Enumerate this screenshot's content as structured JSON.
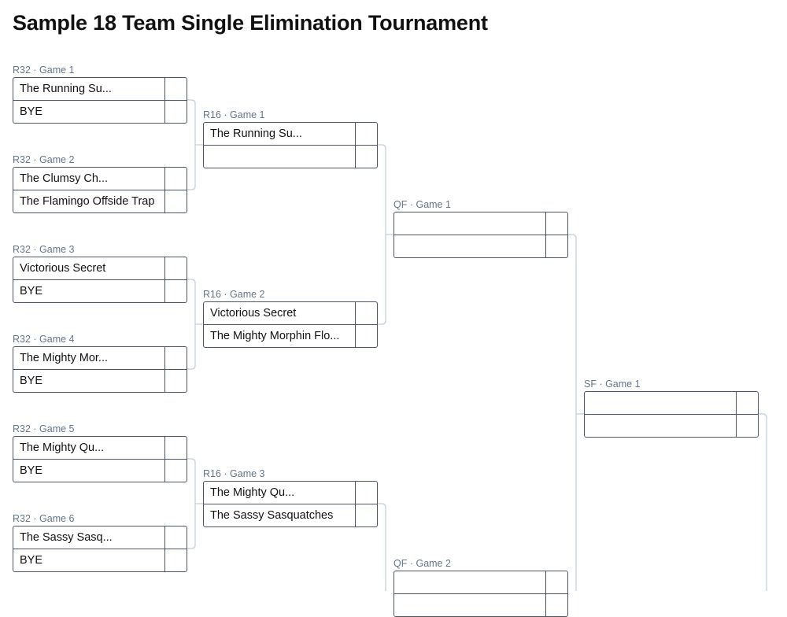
{
  "page": {
    "title": "Sample 18 Team Single Elimination Tournament"
  },
  "games": {
    "r32_1": {
      "label": "R32 · Game 1",
      "team1": "The Running Su...",
      "team2": "BYE",
      "score1": "",
      "score2": ""
    },
    "r32_2": {
      "label": "R32 · Game 2",
      "team1": "The Clumsy Ch...",
      "team2": "The Flamingo Offside Trap",
      "score1": "",
      "score2": ""
    },
    "r32_3": {
      "label": "R32 · Game 3",
      "team1": "Victorious Secret",
      "team2": "BYE",
      "score1": "",
      "score2": ""
    },
    "r32_4": {
      "label": "R32 · Game 4",
      "team1": "The Mighty Mor...",
      "team2": "BYE",
      "score1": "",
      "score2": ""
    },
    "r32_5": {
      "label": "R32 · Game 5",
      "team1": "The Mighty Qu...",
      "team2": "BYE",
      "score1": "",
      "score2": ""
    },
    "r32_6": {
      "label": "R32 · Game 6",
      "team1": "The Sassy Sasq...",
      "team2": "BYE",
      "score1": "",
      "score2": ""
    },
    "r16_1": {
      "label": "R16 · Game 1",
      "team1": "The Running Su...",
      "team2": "",
      "score1": "",
      "score2": ""
    },
    "r16_2": {
      "label": "R16 · Game 2",
      "team1": "Victorious Secret",
      "team2": "The Mighty Morphin Flo...",
      "score1": "",
      "score2": ""
    },
    "r16_3": {
      "label": "R16 · Game 3",
      "team1": "The Mighty Qu...",
      "team2": "The Sassy Sasquatches",
      "score1": "",
      "score2": ""
    },
    "qf_1": {
      "label": "QF · Game 1",
      "team1": "",
      "team2": "",
      "score1": "",
      "score2": ""
    },
    "qf_2": {
      "label": "QF · Game 2",
      "team1": "",
      "team2": "",
      "score1": "",
      "score2": ""
    },
    "sf_1": {
      "label": "SF · Game 1",
      "team1": "",
      "team2": "",
      "score1": "",
      "score2": ""
    }
  }
}
